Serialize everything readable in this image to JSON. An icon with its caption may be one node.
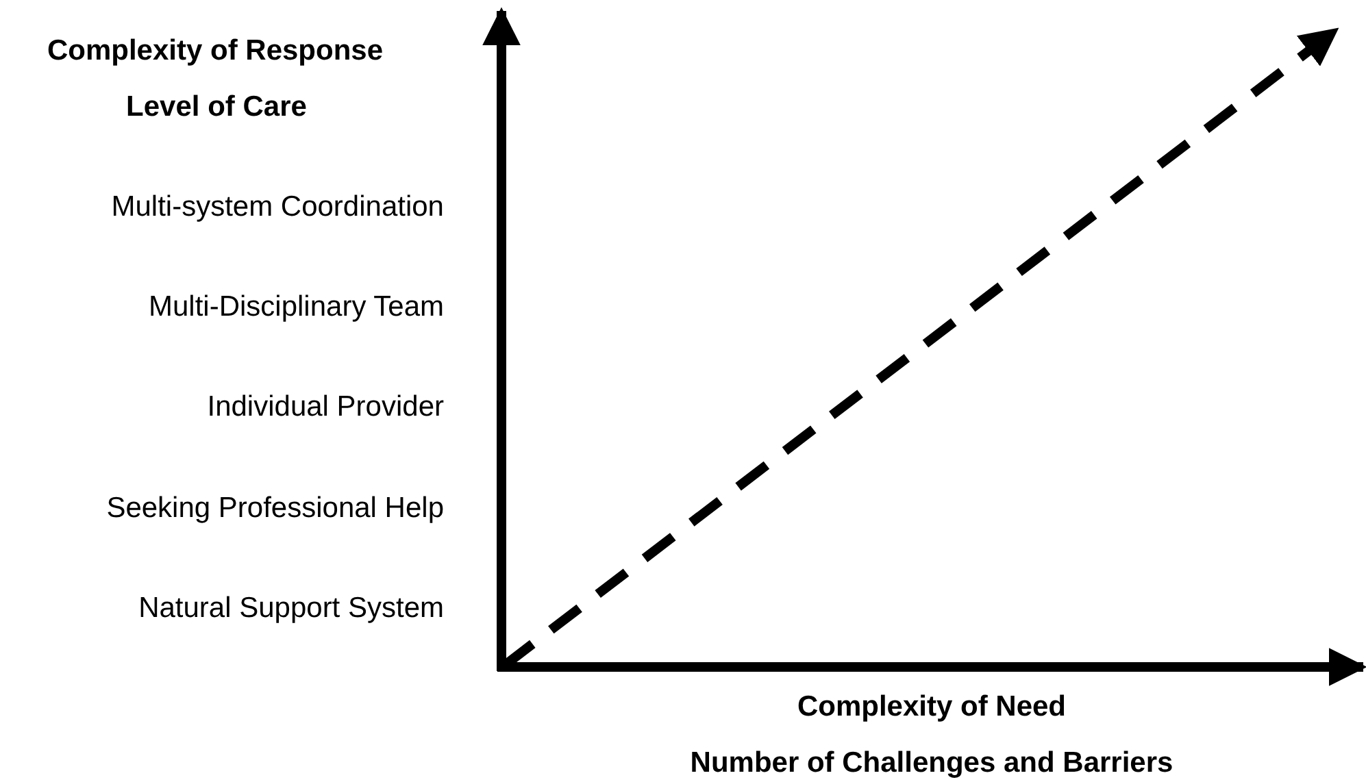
{
  "diagram": {
    "labels": [
      "Complexity of Response",
      "Level of Care",
      "Multi-system Coordination",
      "Multi-Disciplinary Team",
      "Individual Provider",
      "Seeking Professional Help",
      "Natural Support System",
      "Complexity of Need",
      "Number of Challenges and Barriers"
    ]
  }
}
